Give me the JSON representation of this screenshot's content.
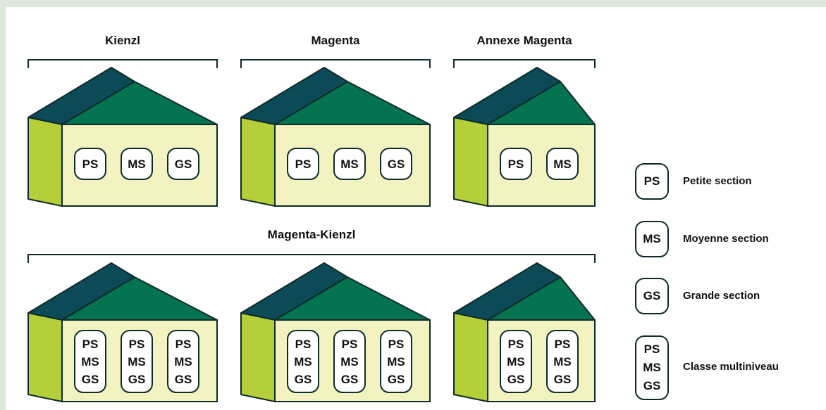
{
  "groups": [
    {
      "title": "Kienzl"
    },
    {
      "title": "Magenta"
    },
    {
      "title": "Annexe Magenta"
    },
    {
      "title": "Magenta-Kienzl"
    }
  ],
  "buildings": [
    {
      "group": "Kienzl",
      "classes": [
        [
          "PS"
        ],
        [
          "MS"
        ],
        [
          "GS"
        ]
      ]
    },
    {
      "group": "Magenta",
      "classes": [
        [
          "PS"
        ],
        [
          "MS"
        ],
        [
          "GS"
        ]
      ]
    },
    {
      "group": "Annexe Magenta",
      "classes": [
        [
          "PS"
        ],
        [
          "MS"
        ]
      ]
    },
    {
      "group": "Magenta-Kienzl",
      "classes": [
        [
          "PS",
          "MS",
          "GS"
        ],
        [
          "PS",
          "MS",
          "GS"
        ],
        [
          "PS",
          "MS",
          "GS"
        ]
      ]
    },
    {
      "group": "Magenta-Kienzl",
      "classes": [
        [
          "PS",
          "MS",
          "GS"
        ],
        [
          "PS",
          "MS",
          "GS"
        ],
        [
          "PS",
          "MS",
          "GS"
        ]
      ]
    },
    {
      "group": "Magenta-Kienzl",
      "classes": [
        [
          "PS",
          "MS",
          "GS"
        ],
        [
          "PS",
          "MS",
          "GS"
        ]
      ]
    }
  ],
  "legend": [
    {
      "codes": [
        "PS"
      ],
      "label": "Petite section"
    },
    {
      "codes": [
        "MS"
      ],
      "label": "Moyenne section"
    },
    {
      "codes": [
        "GS"
      ],
      "label": "Grande section"
    },
    {
      "codes": [
        "PS",
        "MS",
        "GS"
      ],
      "label": "Classe multiniveau"
    }
  ],
  "colors": {
    "background": "#dce9dc",
    "panel": "#ffffff",
    "roof_dark": "#0d4a57",
    "roof_green": "#067350",
    "wall_side": "#b5cf3a",
    "wall_front": "#f3f3c2",
    "outline": "#0d2b2a"
  }
}
